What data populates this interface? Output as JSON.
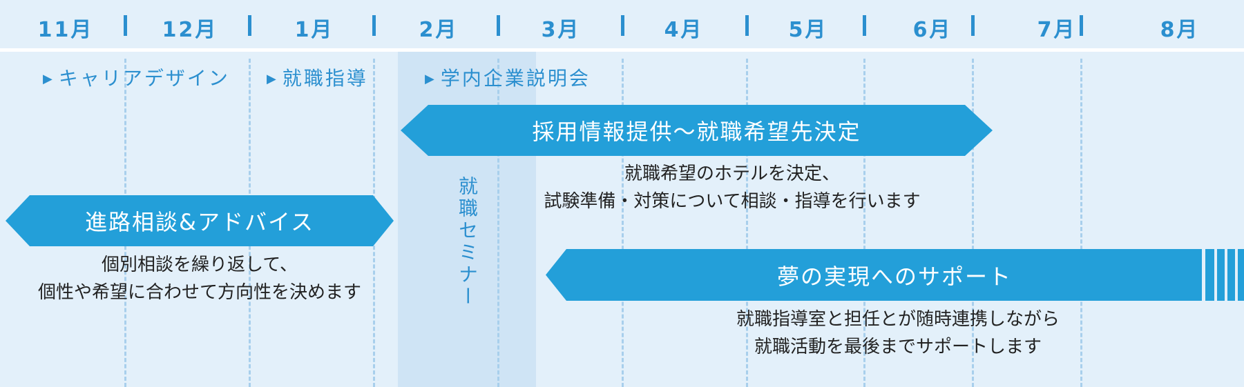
{
  "colors": {
    "background": "#e3f0fa",
    "accent": "#239fd9",
    "month_text": "#2b8fcf",
    "seminar_band": "#cfe4f5",
    "grid_line": "#a8cfec",
    "body_text": "#222222"
  },
  "timeline": {
    "months": [
      "11月",
      "12月",
      "1月",
      "2月",
      "3月",
      "4月",
      "5月",
      "6月",
      "7月",
      "8月"
    ]
  },
  "events": [
    {
      "marker": "▶",
      "label": "キャリアデザイン"
    },
    {
      "marker": "▶",
      "label": "就職指導"
    },
    {
      "marker": "▶",
      "label": "学内企業説明会"
    }
  ],
  "seminar": {
    "label": "就職セミナー"
  },
  "phases": [
    {
      "title": "進路相談&アドバイス",
      "description": [
        "個別相談を繰り返して、",
        "個性や希望に合わせて方向性を決めます"
      ]
    },
    {
      "title": "採用情報提供〜就職希望先決定",
      "description": [
        "就職希望のホテルを決定、",
        "試験準備・対策について相談・指導を行います"
      ]
    },
    {
      "title": "夢の実現へのサポート",
      "description": [
        "就職指導室と担任とが随時連携しながら",
        "就職活動を最後までサポートします"
      ]
    }
  ]
}
